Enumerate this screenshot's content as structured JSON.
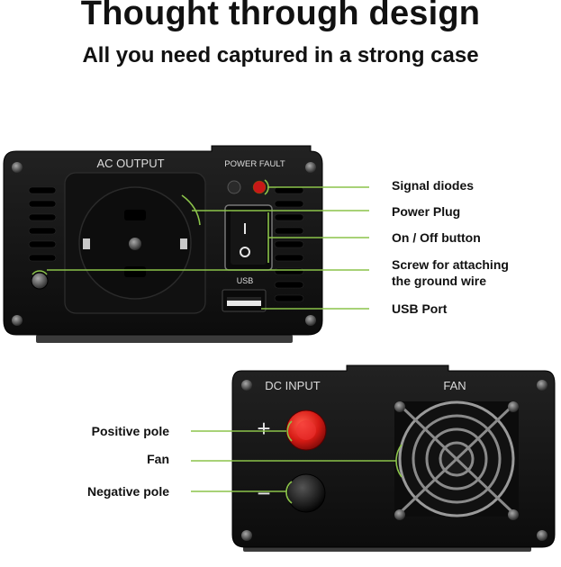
{
  "header": {
    "title": "Thought through design",
    "subtitle": "All you need captured in a strong case"
  },
  "front_panel": {
    "ac_output_label": "AC OUTPUT",
    "power_fault_label": "POWER FAULT",
    "usb_label": "USB",
    "callouts": [
      "Signal diodes",
      "Power Plug",
      "On / Off button",
      "Screw for attaching\nthe ground wire",
      "USB Port"
    ]
  },
  "rear_panel": {
    "dc_input_label": "DC INPUT",
    "fan_label": "FAN",
    "plus_symbol": "+",
    "minus_symbol": "−",
    "callouts": [
      "Positive pole",
      "Fan",
      "Negative pole"
    ]
  },
  "colors": {
    "accent": "#8bc34a",
    "device_body": "#161616",
    "panel_text": "#dcdcdc",
    "positive_terminal": "#e0201b",
    "led_red": "#c81818"
  }
}
